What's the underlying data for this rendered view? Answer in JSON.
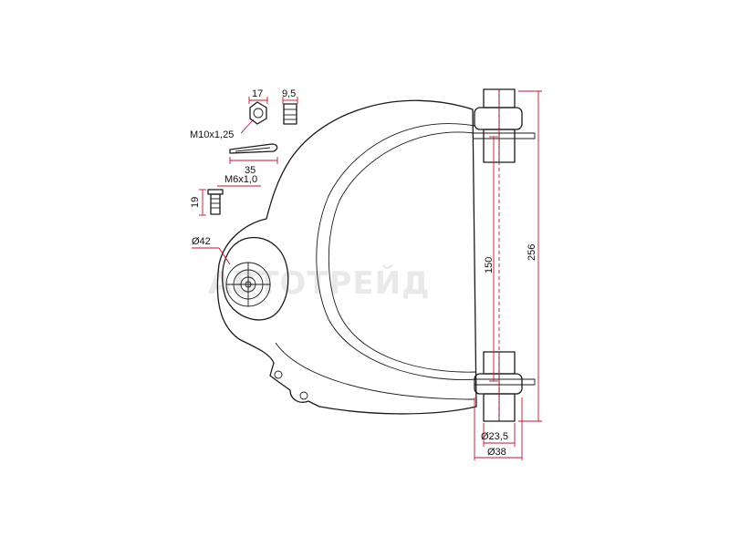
{
  "watermark": "АВТОТРЕЙД",
  "colors": {
    "outline": "#1a1a1a",
    "dimension_line": "#c8102e",
    "watermark": "#cfcfcf"
  },
  "dimensions": {
    "nut_width": "17",
    "nut_height": "9,5",
    "nut_thread": "M10x1,25",
    "cotter_pin_length": "35",
    "bolt_thread": "M6x1,0",
    "bolt_length": "19",
    "ball_joint_diameter": "Ø42",
    "bushing_center_distance": "150",
    "overall_length": "256",
    "bushing_inner_diameter": "Ø23,5",
    "bushing_outer_diameter": "Ø38"
  }
}
